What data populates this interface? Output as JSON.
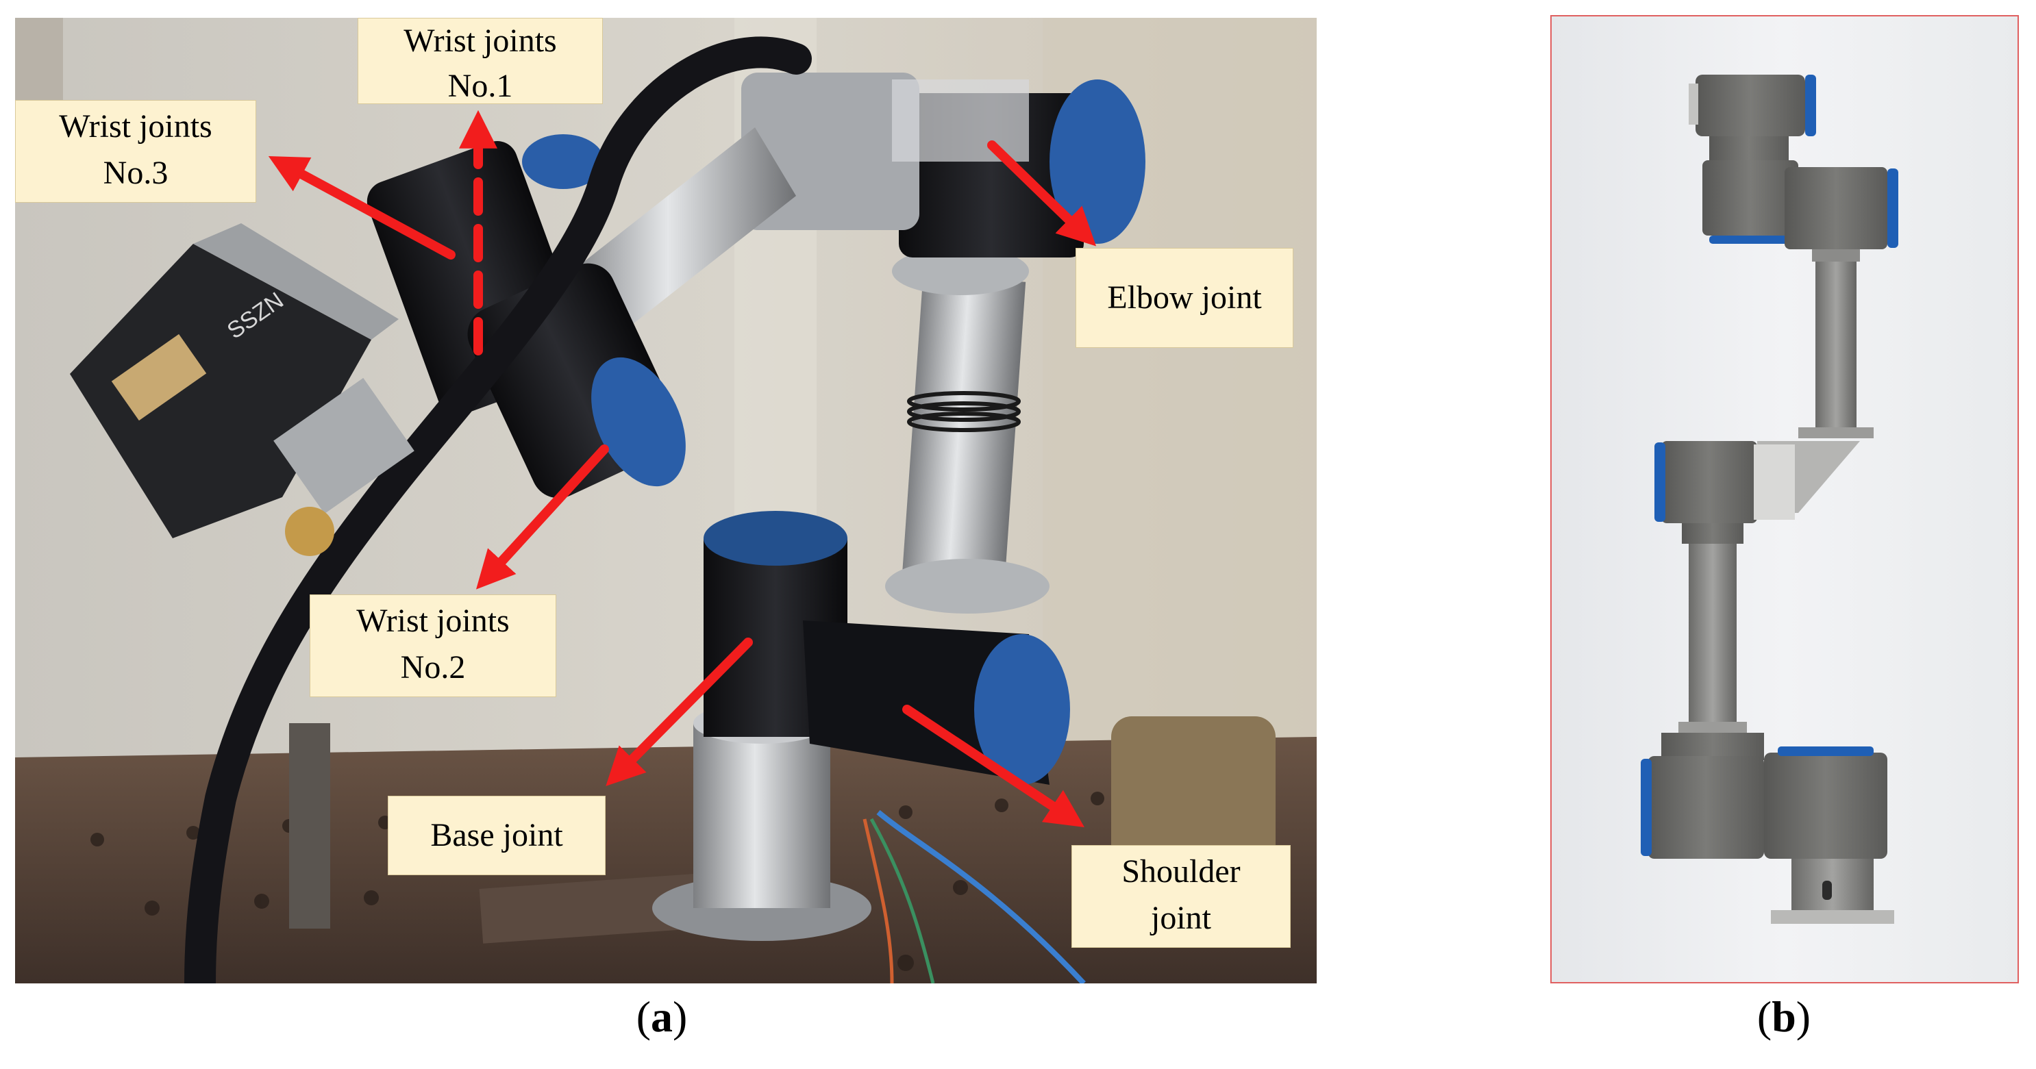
{
  "panel_a": {
    "caption_open": "(",
    "caption_letter": "a",
    "caption_close": ")",
    "labels": {
      "wrist1": {
        "line1": "Wrist joints",
        "line2": "No.1"
      },
      "wrist3": {
        "line1": "Wrist joints",
        "line2": "No.3"
      },
      "wrist2": {
        "line1": "Wrist joints",
        "line2": "No.2"
      },
      "elbow": {
        "line1": "Elbow joint"
      },
      "base": {
        "line1": "Base joint"
      },
      "shoulder": {
        "line1": "Shoulder",
        "line2": "joint"
      }
    },
    "gripper_text": "SSZN"
  },
  "panel_b": {
    "caption_open": "(",
    "caption_letter": "b",
    "caption_close": ")"
  },
  "colors": {
    "arrow": "#f21d1d",
    "label_bg": "#fdf2d0",
    "cad_body": "#6b6b69",
    "cad_cap": "#1f5fb5",
    "frame": "#e06060"
  }
}
